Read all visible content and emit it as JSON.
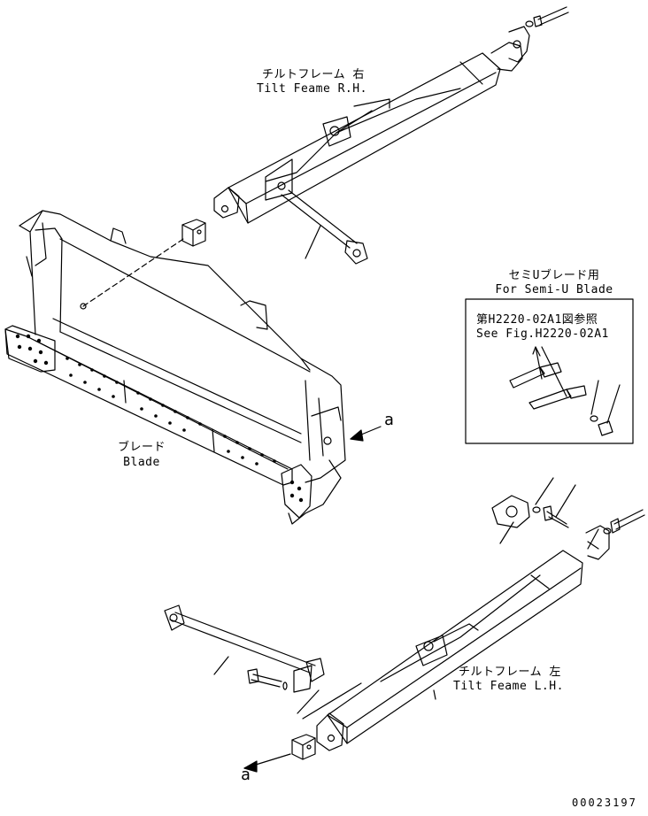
{
  "labels": {
    "tilt_frame_rh_jp": "チルトフレーム 右",
    "tilt_frame_rh_en": "Tilt Feame R.H.",
    "semi_u_jp": "セミUブレード用",
    "semi_u_en": "For Semi-U Blade",
    "see_fig_jp": "第H2220-02A1図参照",
    "see_fig_en": "See Fig.H2220-02A1",
    "blade_jp": "ブレード",
    "blade_en": "Blade",
    "arrow_a_right": "a",
    "tilt_frame_lh_jp": "チルトフレーム 左",
    "tilt_frame_lh_en": "Tilt Feame L.H.",
    "arrow_a_bottom": "a",
    "drawing_number": "00023197"
  },
  "colors": {
    "line": "#000000",
    "background": "#ffffff"
  }
}
